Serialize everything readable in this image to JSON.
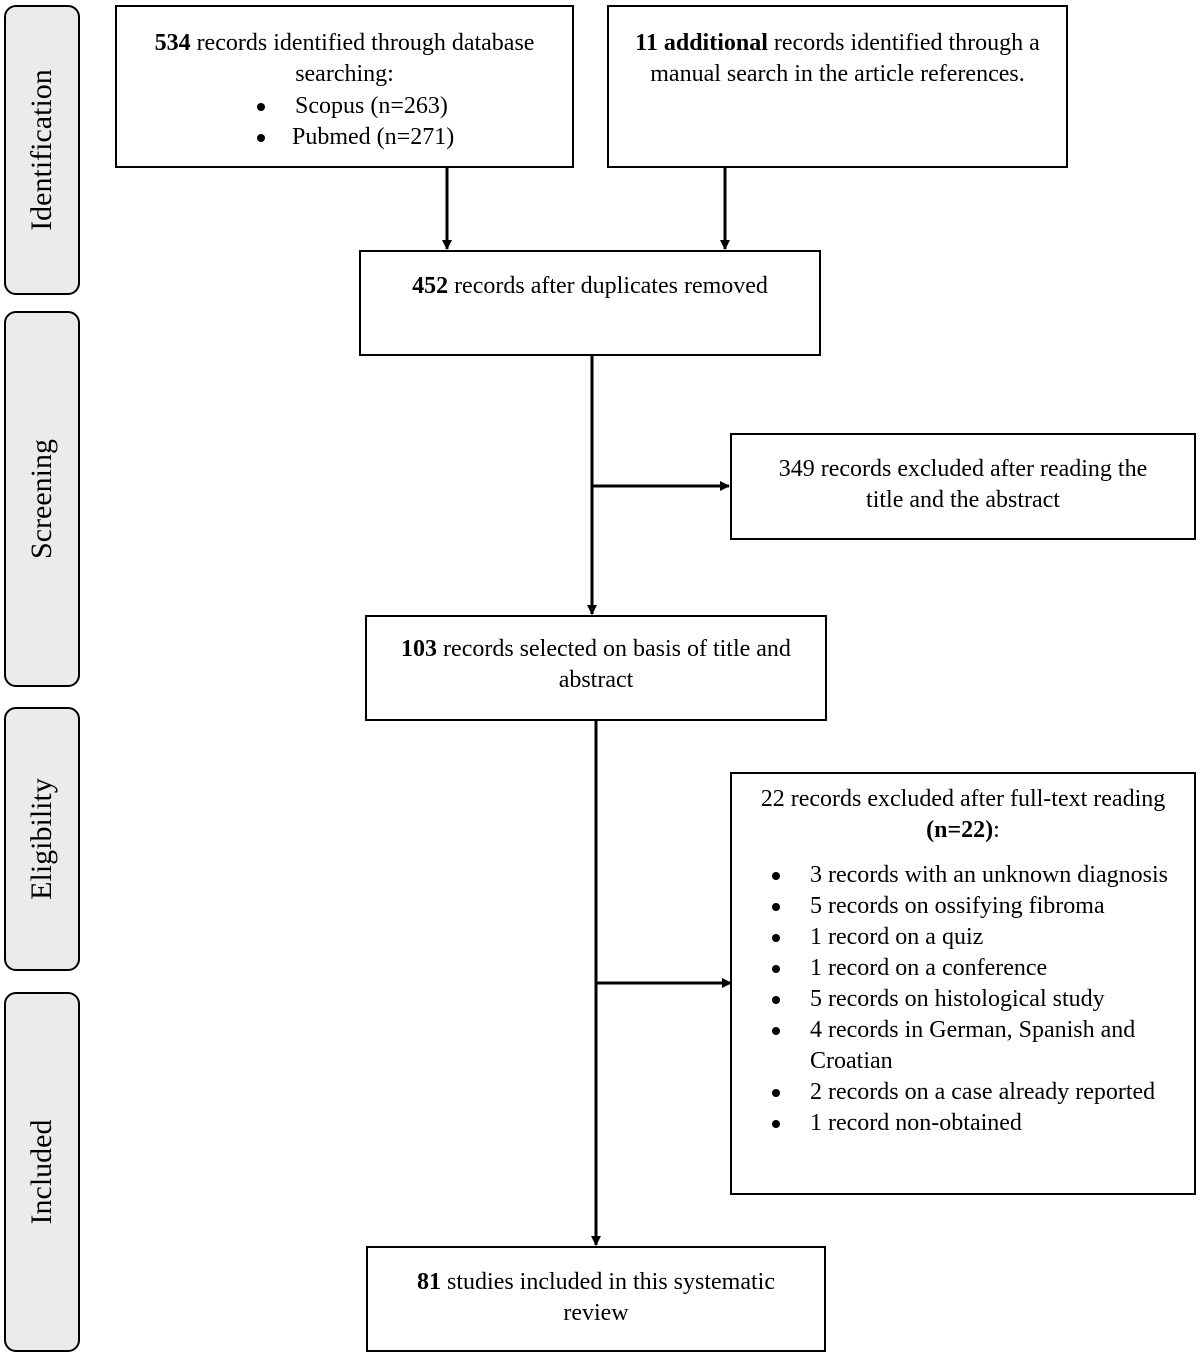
{
  "phases": [
    {
      "id": "identification",
      "label": "Identification"
    },
    {
      "id": "screening",
      "label": "Screening"
    },
    {
      "id": "eligibility",
      "label": "Eligibility"
    },
    {
      "id": "included",
      "label": "Included"
    }
  ],
  "boxes": {
    "database": {
      "count": "534",
      "text": " records identified through database searching:",
      "items": [
        "Scopus (n=263)",
        "Pubmed (n=271)"
      ]
    },
    "additional": {
      "count": "11 additional",
      "text": " records identified through a manual search in the article references."
    },
    "duplicates": {
      "count": "452",
      "text": " records after duplicates removed"
    },
    "excluded_title": {
      "text": "349 records excluded after reading the title and the abstract"
    },
    "selected": {
      "count": "103",
      "text": " records selected on basis of title and abstract"
    },
    "excluded_fulltext": {
      "text": "22 records excluded after full-text reading ",
      "n": "(n=22)",
      "colon": ":",
      "items": [
        "3 records with an unknown diagnosis",
        "5 records on ossifying fibroma",
        "1 record on a quiz",
        "1 record on a conference",
        "5 records on histological study",
        "4 records in German, Spanish and Croatian",
        "2 records on a case already reported",
        "1 record non-obtained"
      ]
    },
    "included": {
      "count": "81",
      "text": " studies included in this systematic review"
    }
  }
}
